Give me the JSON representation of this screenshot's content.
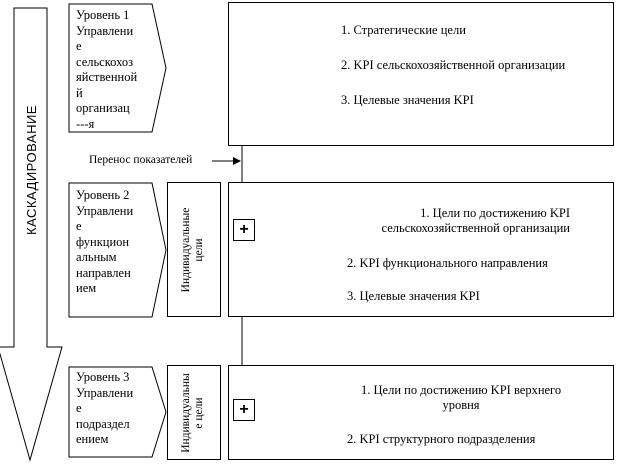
{
  "cascade_label": "КАСКАДИРОВАНИЕ",
  "transfer_label": "Перенос показателей",
  "levels": [
    {
      "title": "Уровень 1\nУправлени\nе\nсельскохоз\nяйственной\nй\nорганизац\n---я",
      "items": [
        "1. Стратегические цели",
        "2. KPI сельскохозяйственной организации",
        "3. Целевые значения KPI"
      ]
    },
    {
      "title": "Уровень 2\nУправлени\nе\nфункцион\nальным\nнаправлен\nием",
      "individual": "Индивидуальные\nцели",
      "plus": "+",
      "items": [
        "1. Цели по достижению KPI\nсельскохозяйственной организации",
        "2. KPI функционального   направления",
        "3. Целевые значения KPI"
      ]
    },
    {
      "title": "Уровень 3\nУправлени\nе\nподраздел\nением",
      "individual": "Индивидуальны\nе цели",
      "plus": "+",
      "items": [
        "1. Цели по достижению KPI верхнего\nуровня",
        "2. KPI структурного подразделения"
      ]
    }
  ]
}
